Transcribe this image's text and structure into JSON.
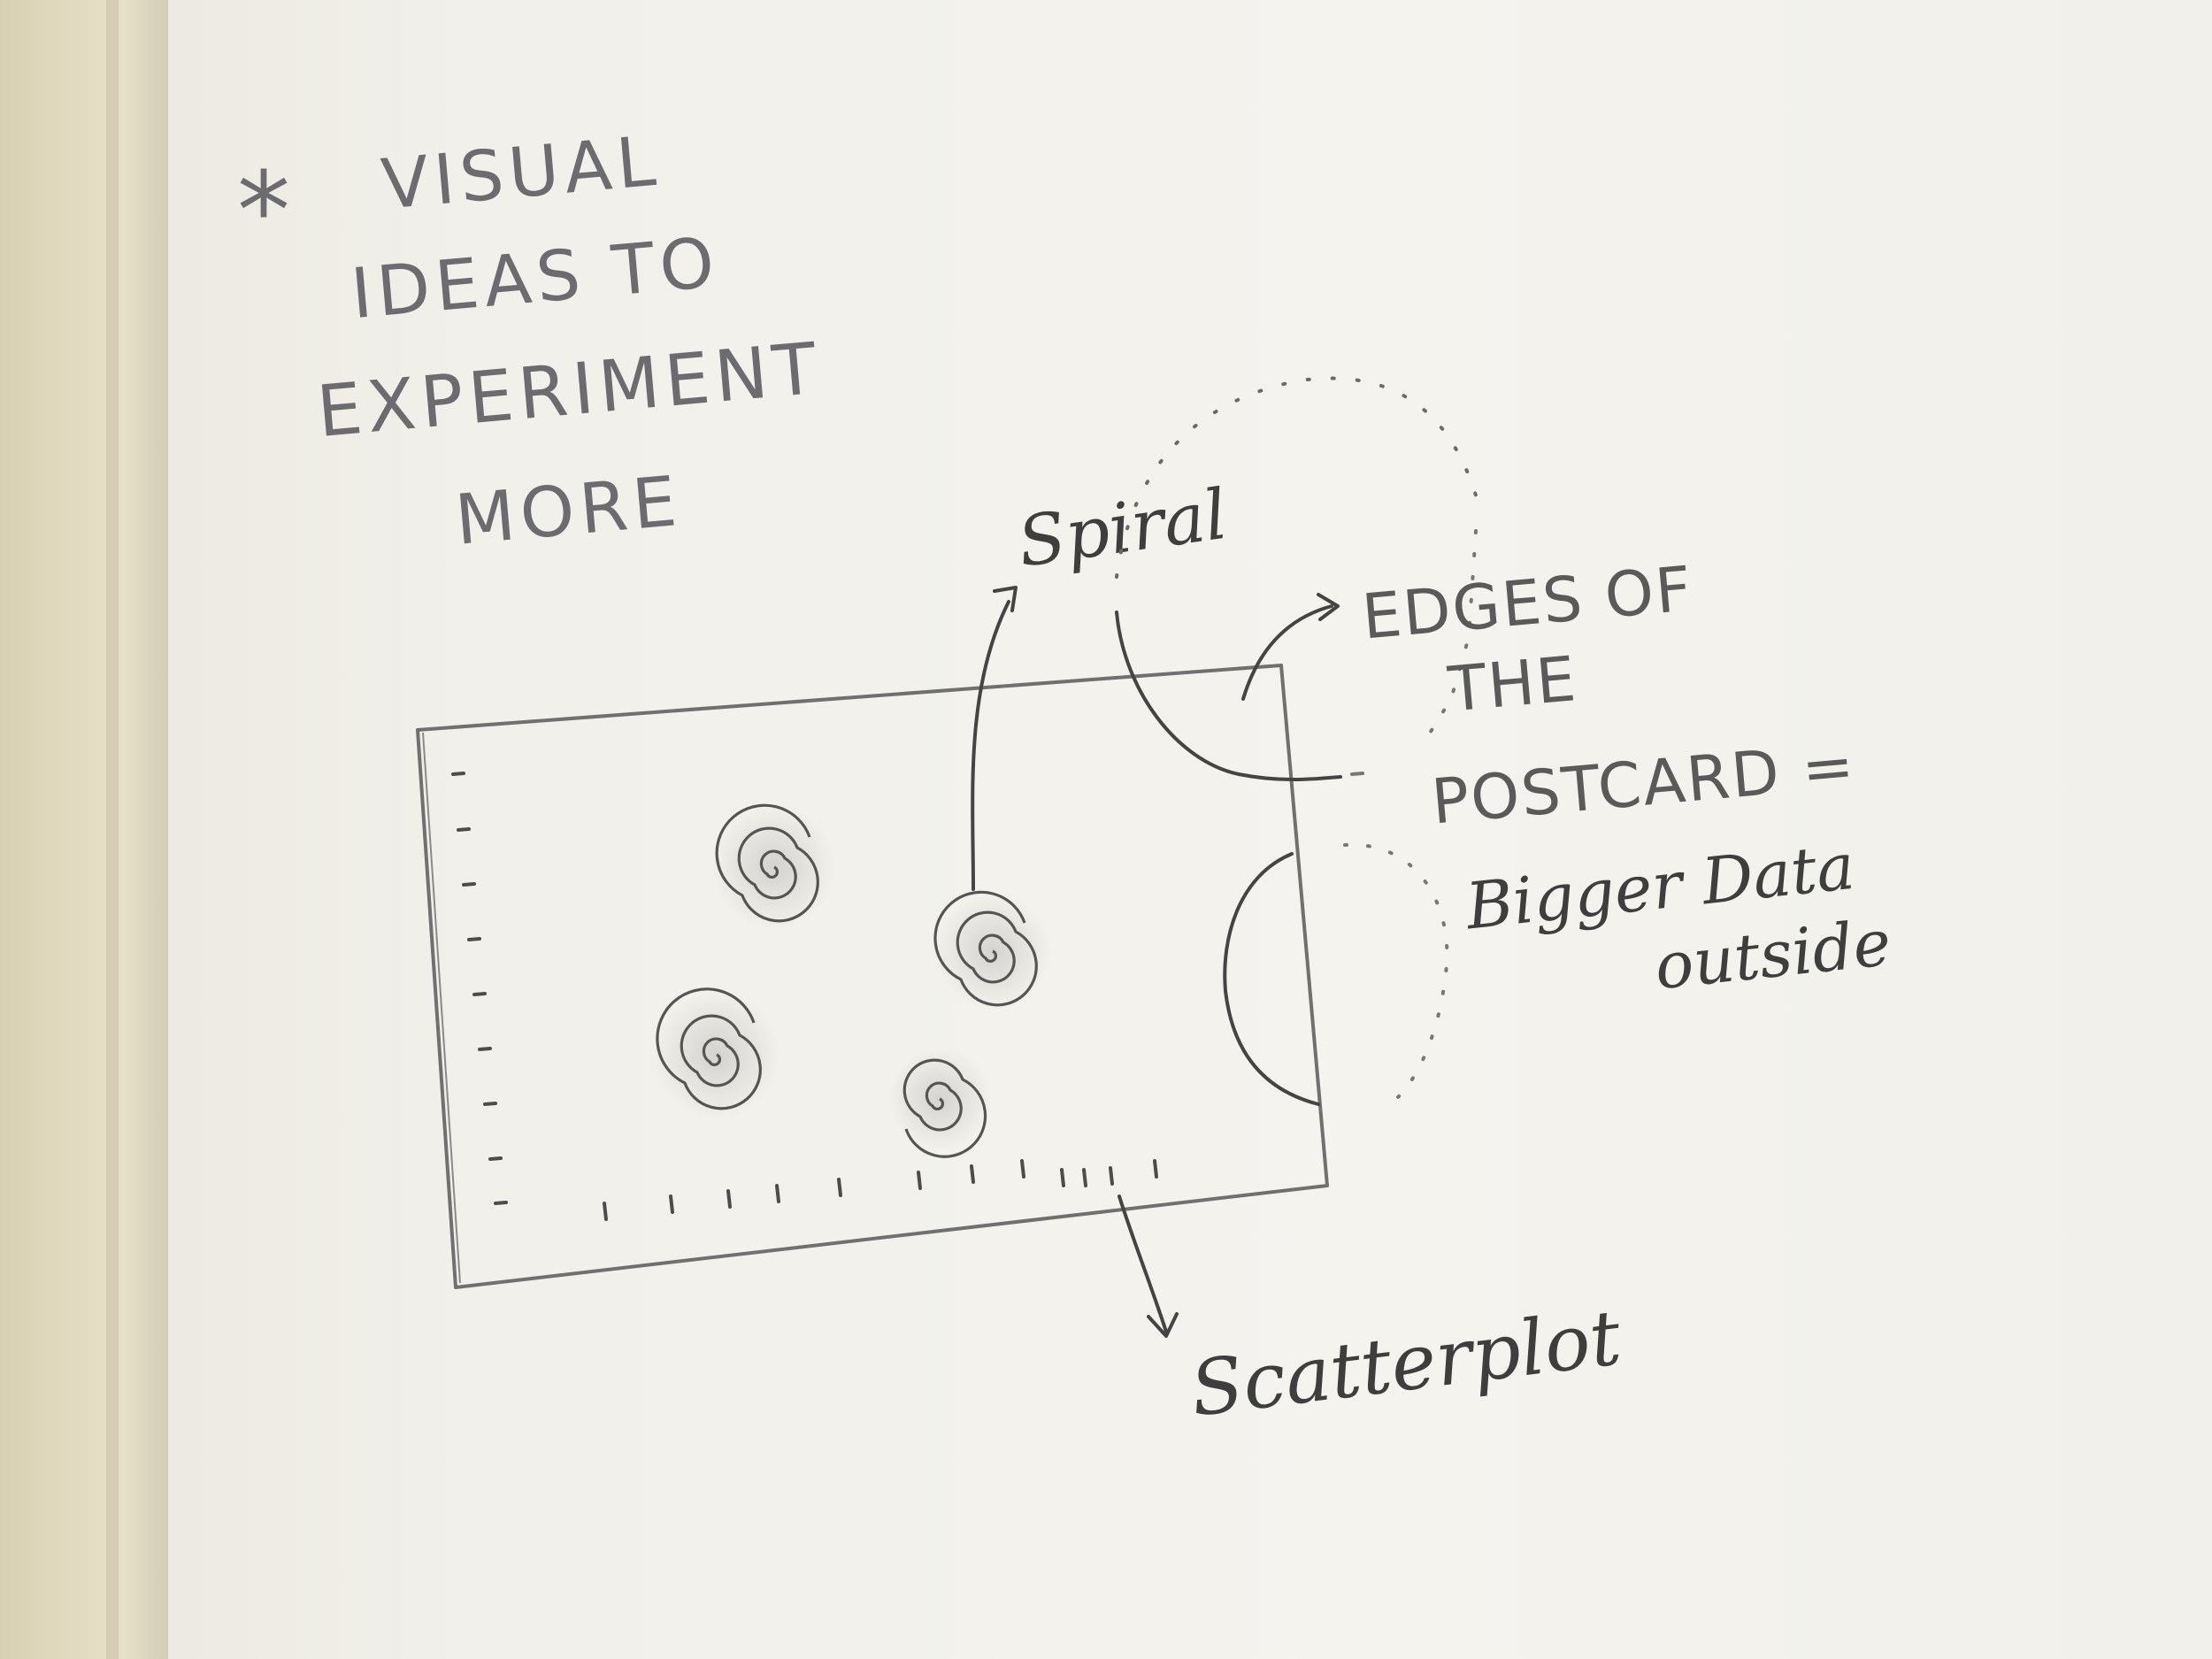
{
  "notes": {
    "asterisk": "*",
    "heading_lines": [
      "VISUAL",
      "IDEAS TO",
      "EXPERIMENT",
      "MORE"
    ],
    "spiral_label": "Spiral",
    "edges_lines": [
      "EDGES OF",
      "THE",
      "POSTCARD ="
    ],
    "bigger_lines": [
      "Bigger Data",
      "outside"
    ],
    "scatter_label": "Scatterplot"
  },
  "colors": {
    "paper": "#f3f2ec",
    "pencil": "#4a4a4a",
    "binding": "#e2dcc4"
  }
}
